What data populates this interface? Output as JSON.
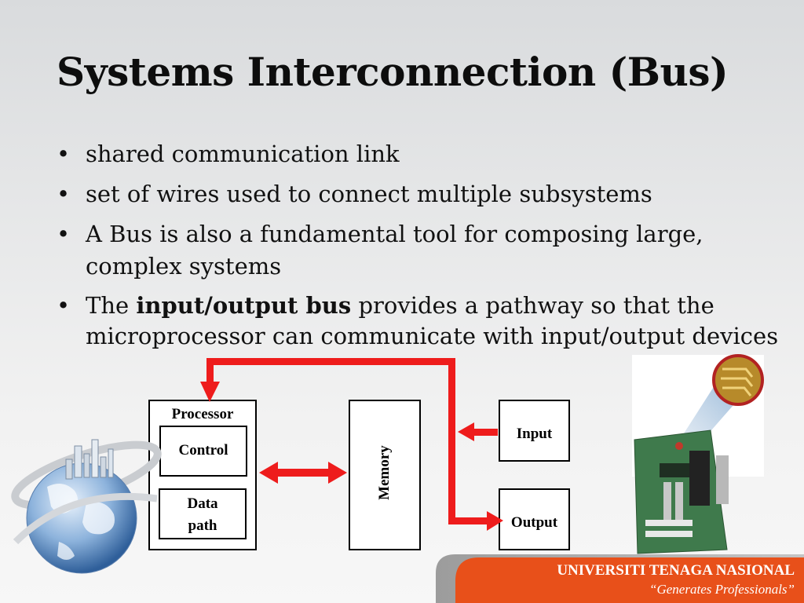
{
  "title": "Systems Interconnection (Bus)",
  "bullets": [
    {
      "text": "shared communication link"
    },
    {
      "text": "set of wires used to connect multiple subsystems"
    },
    {
      "text": "A Bus is also a fundamental tool for composing large, complex systems"
    },
    {
      "pre": "The ",
      "bold": "input/output bus",
      "post": " provides a pathway so that the microprocessor can communicate with input/output devices"
    }
  ],
  "diagram": {
    "processor_label": "Processor",
    "control_label": "Control",
    "datapath_label_line1": "Data",
    "datapath_label_line2": "path",
    "memory_label": "Memory",
    "input_label": "Input",
    "output_label": "Output",
    "bus_color": "#ee1c1c"
  },
  "footer": {
    "name": "UNIVERSITI TENAGA NASIONAL",
    "tagline": "“Generates Professionals”",
    "color": "#e8501a"
  },
  "icons": {
    "globe": "globe-cityscape-icon",
    "motherboard": "motherboard-icon"
  }
}
